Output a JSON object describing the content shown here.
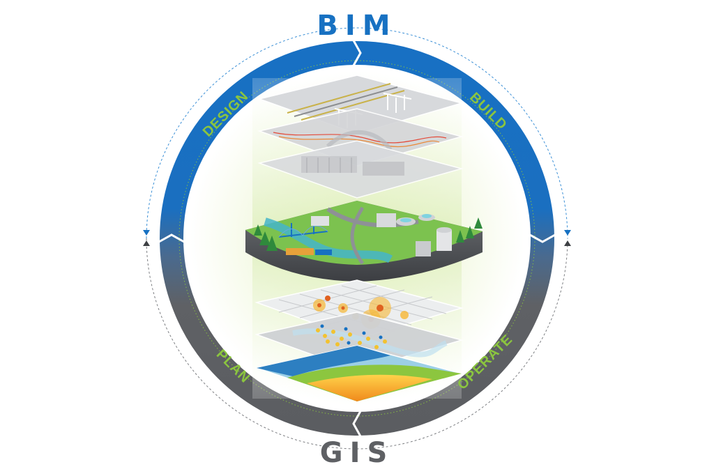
{
  "diagram": {
    "top_label": "BIM",
    "bottom_label": "GIS",
    "phases": {
      "design": "DESIGN",
      "build": "BUILD",
      "plan": "PLAN",
      "operate": "OPERATE"
    },
    "colors": {
      "bim_blue": "#1771c2",
      "gis_gray": "#5e6064",
      "phase_green": "#8bc53f",
      "dashed_blue": "#3a8fd6",
      "dashed_gray": "#7c7e82"
    }
  }
}
